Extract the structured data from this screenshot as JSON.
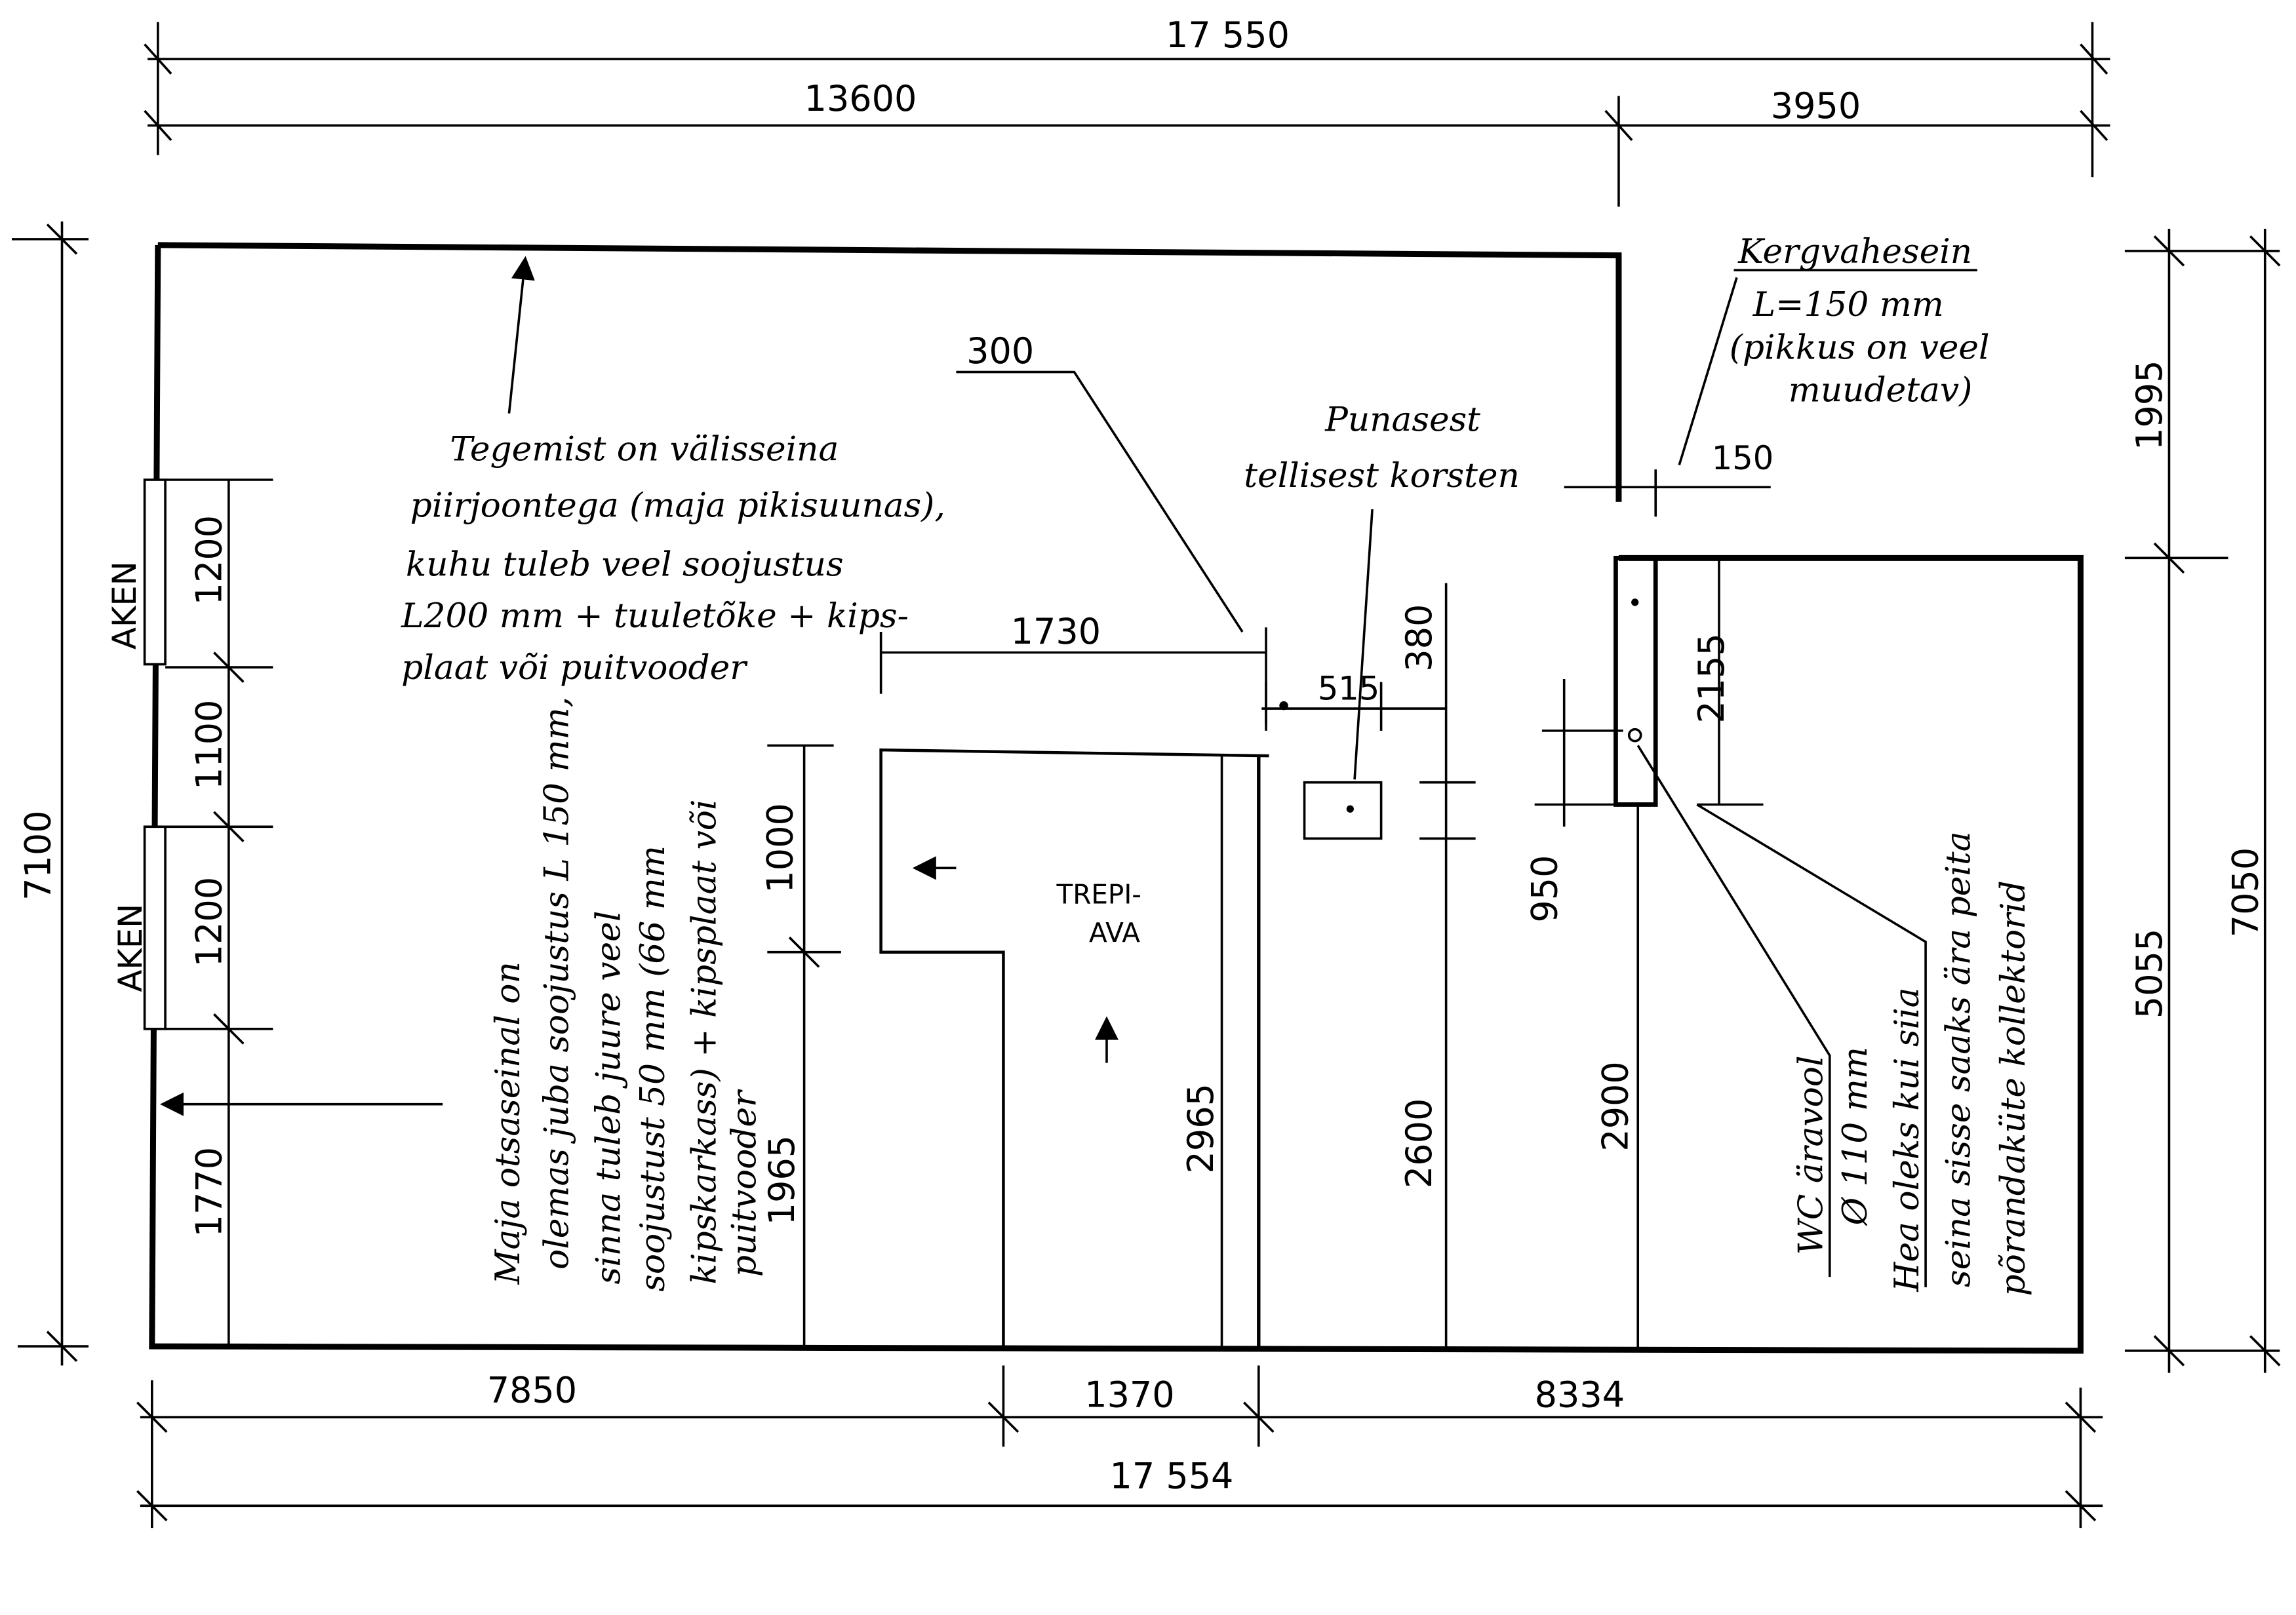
{
  "dimensions": {
    "total_top": "17 550",
    "top_left": "13600",
    "top_right": "3950",
    "left_total": "7100",
    "right_upper": "1995",
    "right_lower": "5055",
    "right_total": "7050",
    "bottom_left": "7850",
    "bottom_mid": "1370",
    "bottom_right": "8334",
    "total_bottom": "17 554",
    "window1": "1200",
    "between_windows": "1100",
    "window2": "1200",
    "below_windows": "1770",
    "stair_offset": "1730",
    "leader_300": "300",
    "chimney_515": "515",
    "chimney_380": "380",
    "d_2600": "2600",
    "d_1000": "1000",
    "d_1965": "1965",
    "d_2965": "2965",
    "wall_150": "150",
    "d_2155": "2155",
    "d_950": "950",
    "d_2900": "2900"
  },
  "labels": {
    "window_1": "AKEN",
    "window_2": "AKEN",
    "stair_opening": [
      "TREPI-",
      "AVA"
    ],
    "chimney": [
      "Punasest",
      "tellisest korsten"
    ],
    "partition": [
      "Kergvahesein",
      "L=150 mm",
      "(pikkus on veel",
      "muudetav)"
    ],
    "wall_note": [
      "Tegemist on välisseina",
      "piirjoontega (maja pikisuunas),",
      "kuhu tuleb veel soojustus",
      "L200 mm + tuuletõke + kips-",
      "plaat või puitvooder"
    ],
    "end_wall_note": [
      "Maja otsaseinal on",
      "olemas juba soojustus L 150 mm,",
      "sinna tuleb juure veel",
      "soojustust 50 mm (66 mm",
      "kipskarkass) + kipsplaat või",
      "puitvooder"
    ],
    "wc_note": [
      "WC äravool",
      "Ø 110 mm"
    ],
    "floor_note": [
      "Hea oleks kui siia",
      "seina sisse saaks ära peita",
      "põrandaküte kollektorid"
    ]
  }
}
